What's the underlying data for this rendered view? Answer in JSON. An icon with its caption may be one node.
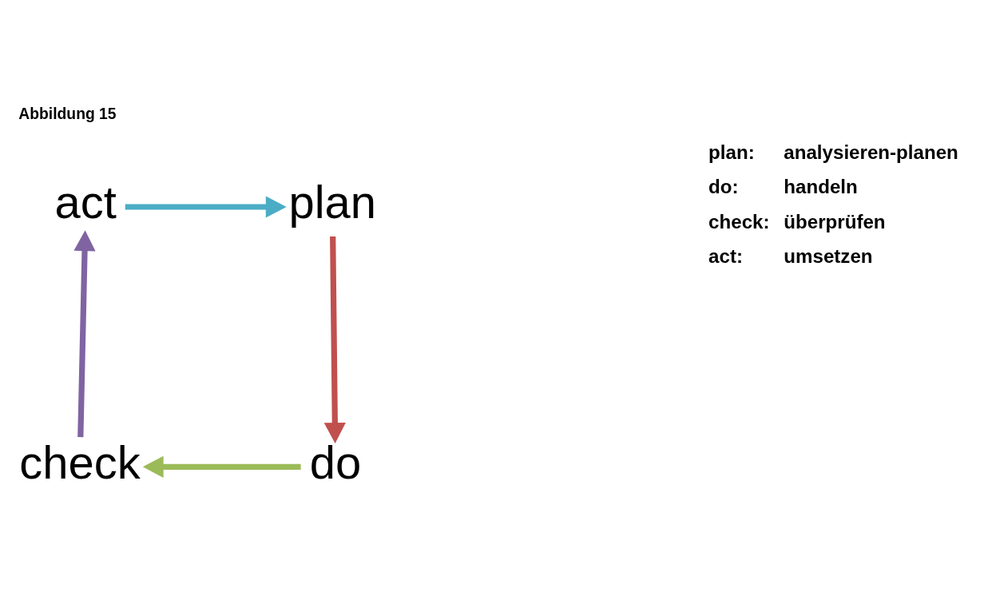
{
  "diagram": {
    "title": "Abbildung 15",
    "nodes": [
      {
        "text": [
          "act"
        ]
      },
      {
        "text": [
          "plan"
        ]
      },
      {
        "text": [
          "do"
        ]
      },
      {
        "text": [
          "check"
        ]
      }
    ],
    "edges": [
      {
        "from": 0,
        "to": 1,
        "arrow": "to",
        "color": "#4bacc6"
      },
      {
        "from": 1,
        "to": 2,
        "arrow": "to",
        "color": "#c0504d"
      },
      {
        "from": 2,
        "to": 3,
        "arrow": "to",
        "color": "#9bbb59"
      },
      {
        "from": 3,
        "to": 0,
        "arrow": "to",
        "color": "#8064a2"
      }
    ],
    "labels": [
      "plan:",
      "analysieren-planen",
      "do:",
      "handeln",
      "check:",
      "überprüfen",
      "act:",
      "umsetzen"
    ]
  }
}
